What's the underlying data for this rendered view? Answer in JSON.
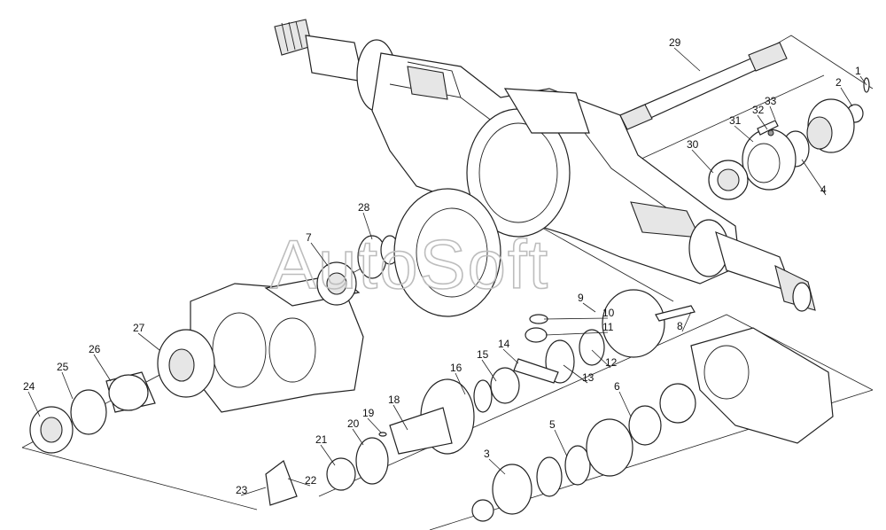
{
  "watermark": "AutoSoft",
  "callouts": [
    "1",
    "2",
    "3",
    "4",
    "5",
    "6",
    "7",
    "8",
    "9",
    "10",
    "11",
    "12",
    "13",
    "14",
    "15",
    "16",
    "18",
    "19",
    "20",
    "21",
    "22",
    "23",
    "24",
    "25",
    "26",
    "27",
    "28",
    "29",
    "30",
    "31",
    "32",
    "33"
  ]
}
